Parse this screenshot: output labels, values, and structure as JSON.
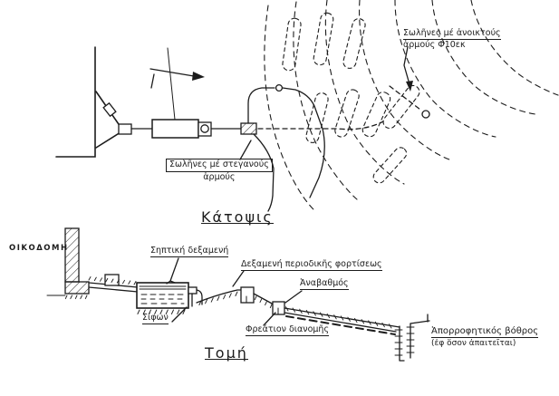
{
  "colors": {
    "ink": "#1c1c1c",
    "background": "#ffffff"
  },
  "plan": {
    "title": "Κάτοψις",
    "labels": {
      "open_joint_line1": "Σωλῆνες μέ ἀνοικτούς",
      "open_joint_line2": "ἁρμούς Φ10εκ",
      "sealed_joint_line1": "Σωλῆνες μέ στεγανούς",
      "sealed_joint_line2": "ἁρμούς"
    }
  },
  "section": {
    "title": "Τομή",
    "labels": {
      "building": "ΟΙΚΟΔΟΜΗ",
      "septic_tank": "Σηπτική δεξαμενή",
      "dosing_tank": "Δεξαμενή περιοδικῆς φορτίσεως",
      "step": "Ἀναβαθμός",
      "siphon": "Σίφων",
      "distribution_shaft": "Φρεάτιον διανομῆς",
      "absorption_pit": "Ἀπορροφητικός βόθρος",
      "absorption_pit_note": "(ἐφ ὅσον ἀπαιτεῖται)"
    }
  }
}
